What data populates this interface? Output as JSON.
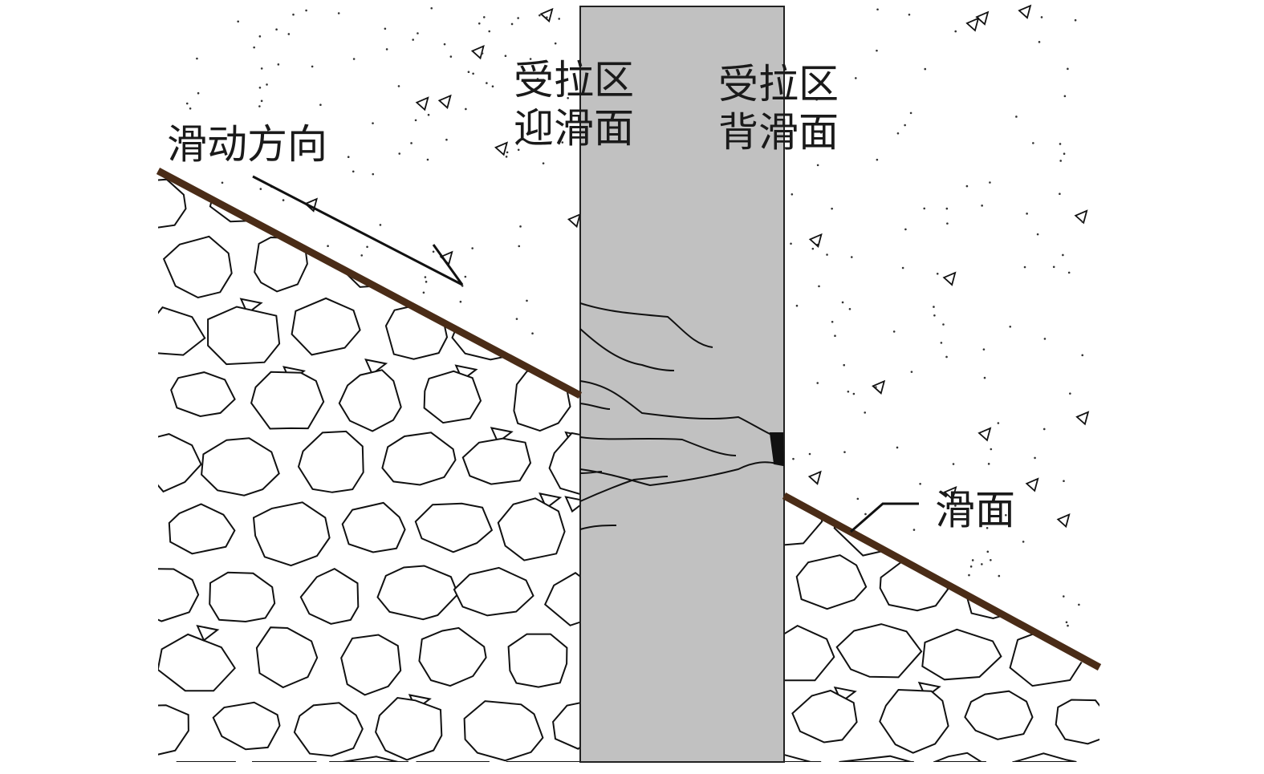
{
  "labels": {
    "sliding_direction": "滑动方向",
    "front_zone_line1": "受拉区",
    "front_zone_line2": "迎滑面",
    "back_zone_line1": "受拉区",
    "back_zone_line2": "背滑面",
    "slip_surface": "滑面"
  },
  "colors": {
    "slip_line": "#4a2c17",
    "pile": "#c1c1c1",
    "ink": "#1a1a1a"
  }
}
